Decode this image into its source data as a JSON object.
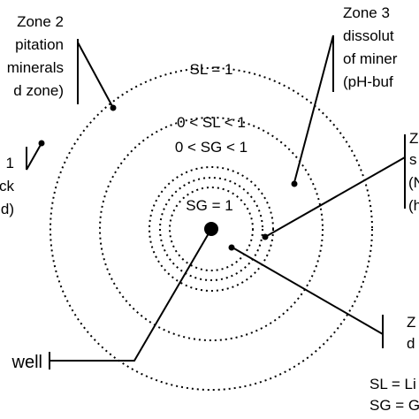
{
  "zone2": {
    "lines": [
      "Zone 2",
      "pitation",
      "minerals",
      "d zone)"
    ]
  },
  "zone3": {
    "lines": [
      "Zone 3",
      "dissolut",
      "of miner",
      "(pH-buf"
    ]
  },
  "zone1_left": {
    "lines": [
      "1",
      "ck",
      "d)"
    ]
  },
  "zone_right_mid": {
    "lines": [
      "Z",
      "s",
      "(N",
      "(h"
    ]
  },
  "zone_right_low": {
    "lines": [
      "Z",
      "d"
    ]
  },
  "well_label": "well",
  "center_labels": {
    "outer": "SL = 1",
    "middle_1": "0 < SL < 1",
    "middle_2": "0 < SG < 1",
    "inner": "SG = 1"
  },
  "legend": {
    "lines": [
      "SL = Li",
      "SG = G"
    ]
  }
}
